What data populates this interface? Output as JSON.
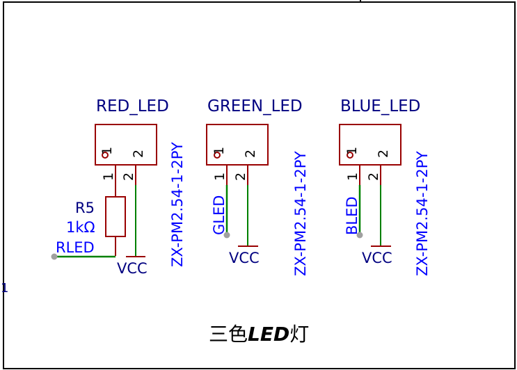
{
  "sheet": {
    "title": "三色LED灯",
    "title_prefix": "三色",
    "title_bold": "LED",
    "title_suffix": "灯",
    "edge_marker": "1"
  },
  "colors": {
    "border": "#000000",
    "body": "#990000",
    "label": "#000080",
    "value": "#0000ff",
    "wire": "#008000",
    "pin": "#990000",
    "junction": "#a0a0a0"
  },
  "connectors": [
    {
      "designator": "RED_LED",
      "value": "ZX-PM2.54-1-2PY",
      "pin1": "1",
      "pin2": "2",
      "power": "VCC",
      "net": "RLED"
    },
    {
      "designator": "GREEN_LED",
      "value": "ZX-PM2.54-1-2PY",
      "pin1": "1",
      "pin2": "2",
      "power": "VCC",
      "net": "GLED"
    },
    {
      "designator": "BLUE_LED",
      "value": "ZX-PM2.54-1-2PY",
      "pin1": "1",
      "pin2": "2",
      "power": "VCC",
      "net": "BLED"
    }
  ],
  "resistor": {
    "designator": "R5",
    "value": "1kΩ"
  }
}
